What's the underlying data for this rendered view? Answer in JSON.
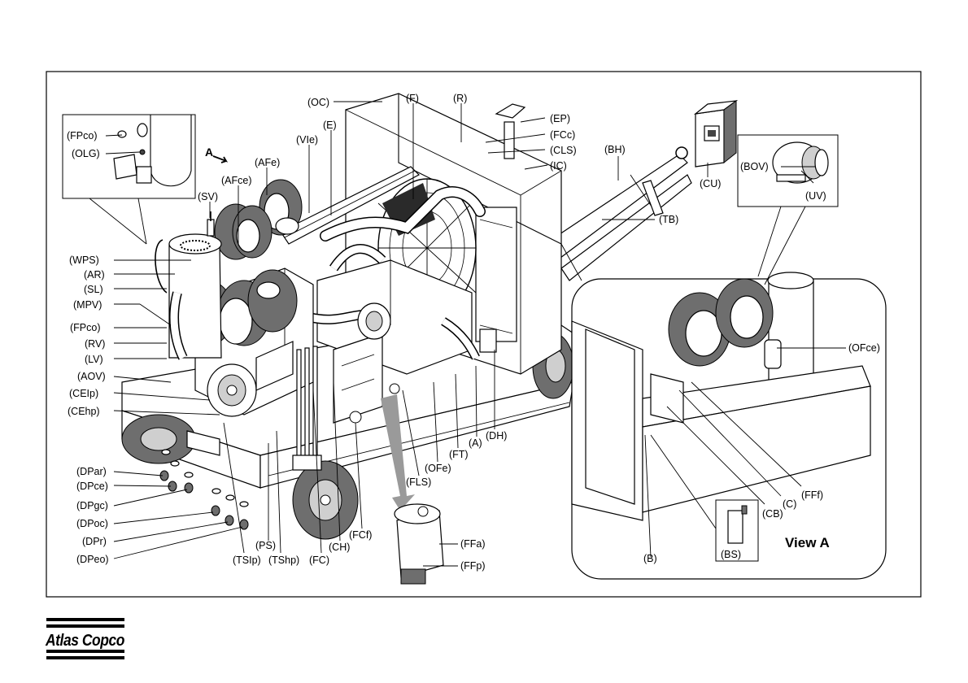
{
  "labels": {
    "OC": "(OC)",
    "F": "(F)",
    "R": "(R)",
    "EP": "(EP)",
    "FCc": "(FCc)",
    "CLS": "(CLS)",
    "IC": "(IC)",
    "BH": "(BH)",
    "CU": "(CU)",
    "BOV": "(BOV)",
    "UV": "(UV)",
    "TB": "(TB)",
    "E": "(E)",
    "VIe": "(VIe)",
    "AFe": "(AFe)",
    "AFce": "(AFce)",
    "SV": "(SV)",
    "FPco_detail": "(FPco)",
    "OLG": "(OLG)",
    "WPS": "(WPS)",
    "AR": "(AR)",
    "SL": "(SL)",
    "MPV": "(MPV)",
    "FPco": "(FPco)",
    "RV": "(RV)",
    "LV": "(LV)",
    "AOV": "(AOV)",
    "CEIp": "(CEIp)",
    "CEhp": "(CEhp)",
    "DPar": "(DPar)",
    "DPce": "(DPce)",
    "DPgc": "(DPgc)",
    "DPoc": "(DPoc)",
    "DPr": "(DPr)",
    "DPeo": "(DPeo)",
    "PS": "(PS)",
    "TSIp": "(TSIp)",
    "TShp": "(TShp)",
    "FC": "(FC)",
    "CH": "(CH)",
    "FCf": "(FCf)",
    "FLS": "(FLS)",
    "OFe": "(OFe)",
    "FT": "(FT)",
    "A": "(A)",
    "DH": "(DH)",
    "FFa": "(FFa)",
    "FFp": "(FFp)",
    "OFce": "(OFce)",
    "FFf": "(FFf)",
    "C": "(C)",
    "CB": "(CB)",
    "B": "(B)",
    "BS": "(BS)"
  },
  "view_a_arrow": "A",
  "view_a_title": "View A",
  "brand": "Atlas Copco"
}
